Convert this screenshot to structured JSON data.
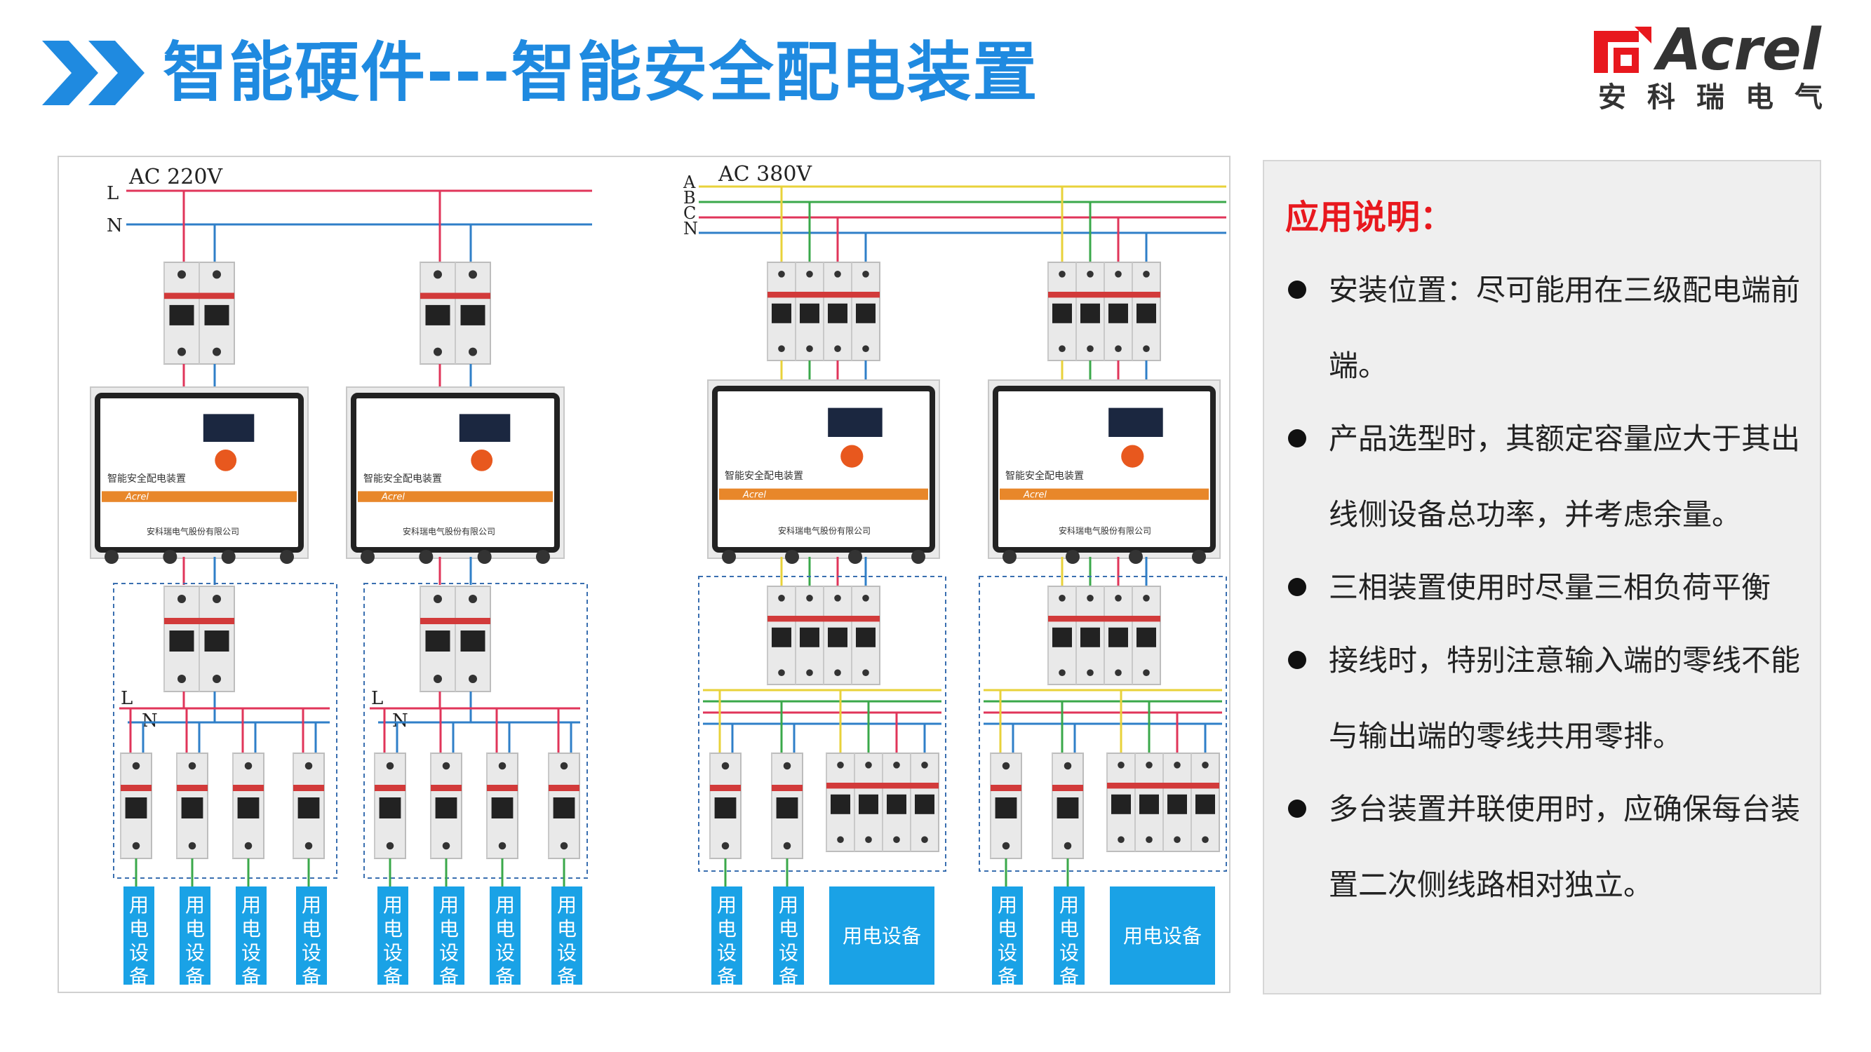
{
  "header": {
    "title": "智能硬件---智能安全配电装置",
    "brand_word": "Acrel",
    "brand_cn": "安科瑞电气"
  },
  "diagram": {
    "single_phase_label": "AC 220V",
    "three_phase_label": "AC 380V",
    "line_L": "L",
    "line_N": "N",
    "phase_A": "A",
    "phase_B": "B",
    "phase_C": "C",
    "phase_N": "N",
    "branch_L": "L",
    "branch_N": "N",
    "device_text_vertical": "用电设备",
    "device_text_horizontal": "用电设备",
    "device_model_1": "智能安全配电装置",
    "device_maker": "安科瑞电气股份有限公司",
    "device_brand": "Acrel",
    "colors": {
      "L": "#e0355a",
      "N": "#2f7fc8",
      "A": "#e8d23a",
      "B": "#3aa84a",
      "C": "#e0355a",
      "device_box": "#1aa2e6"
    }
  },
  "panel": {
    "title": "应用说明：",
    "bullets": [
      "安装位置：尽可能用在三级配电端前端。",
      "产品选型时，其额定容量应大于其出线侧设备总功率，并考虑余量。",
      "三相装置使用时尽量三相负荷平衡",
      "接线时，特别注意输入端的零线不能与输出端的零线共用零排。",
      "多台装置并联使用时，应确保每台装置二次侧线路相对独立。"
    ]
  }
}
